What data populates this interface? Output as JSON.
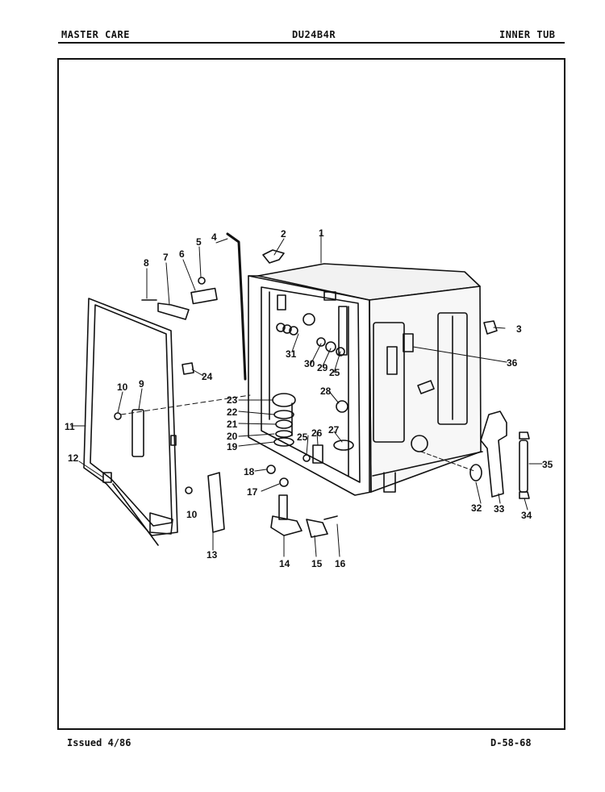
{
  "header": {
    "left": "MASTER CARE",
    "center": "DU24B4R",
    "right": "INNER TUB"
  },
  "footer": {
    "left": "Issued 4/86",
    "right": "D-58-68"
  },
  "callouts": [
    {
      "id": "c1",
      "label": "1"
    },
    {
      "id": "c2",
      "label": "2"
    },
    {
      "id": "c3",
      "label": "3"
    },
    {
      "id": "c4",
      "label": "4"
    },
    {
      "id": "c5",
      "label": "5"
    },
    {
      "id": "c6",
      "label": "6"
    },
    {
      "id": "c7",
      "label": "7"
    },
    {
      "id": "c8",
      "label": "8"
    },
    {
      "id": "c9",
      "label": "9"
    },
    {
      "id": "c10a",
      "label": "10"
    },
    {
      "id": "c10b",
      "label": "10"
    },
    {
      "id": "c11",
      "label": "11"
    },
    {
      "id": "c12",
      "label": "12"
    },
    {
      "id": "c13",
      "label": "13"
    },
    {
      "id": "c14",
      "label": "14"
    },
    {
      "id": "c15",
      "label": "15"
    },
    {
      "id": "c16",
      "label": "16"
    },
    {
      "id": "c17",
      "label": "17"
    },
    {
      "id": "c18",
      "label": "18"
    },
    {
      "id": "c19",
      "label": "19"
    },
    {
      "id": "c20",
      "label": "20"
    },
    {
      "id": "c21",
      "label": "21"
    },
    {
      "id": "c22",
      "label": "22"
    },
    {
      "id": "c23",
      "label": "23"
    },
    {
      "id": "c24",
      "label": "24"
    },
    {
      "id": "c25a",
      "label": "25"
    },
    {
      "id": "c25b",
      "label": "25"
    },
    {
      "id": "c26",
      "label": "26"
    },
    {
      "id": "c27",
      "label": "27"
    },
    {
      "id": "c28",
      "label": "28"
    },
    {
      "id": "c29",
      "label": "29"
    },
    {
      "id": "c30",
      "label": "30"
    },
    {
      "id": "c31",
      "label": "31"
    },
    {
      "id": "c32",
      "label": "32"
    },
    {
      "id": "c33",
      "label": "33"
    },
    {
      "id": "c34",
      "label": "34"
    },
    {
      "id": "c35",
      "label": "35"
    },
    {
      "id": "c36",
      "label": "36"
    }
  ]
}
